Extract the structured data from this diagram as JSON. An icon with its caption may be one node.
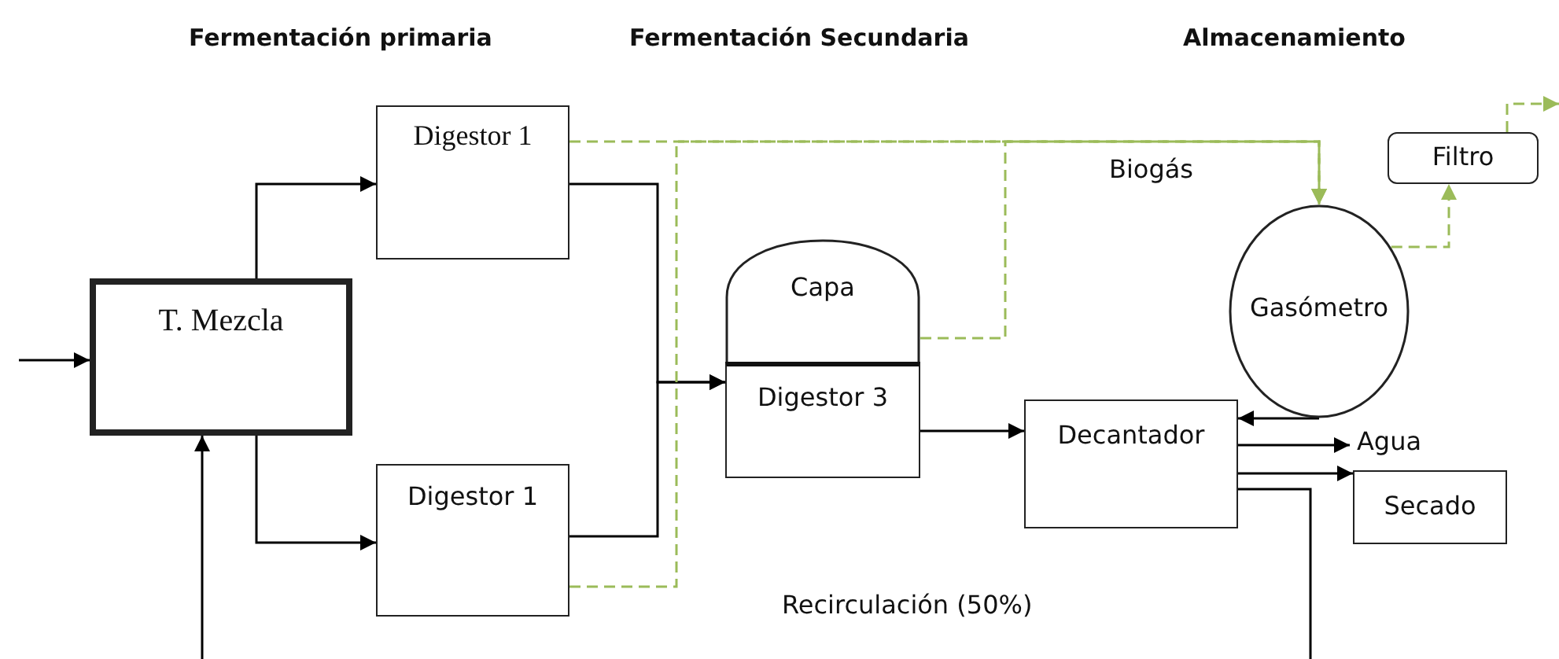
{
  "diagram": {
    "nodes": [
      {
        "text": [
          "T. Mezcla"
        ]
      },
      {
        "text": [
          "Digestor 1"
        ]
      },
      {
        "text": [
          "Digestor 1"
        ]
      },
      {
        "text": [
          "Capa"
        ]
      },
      {
        "text": [
          "Digestor 3"
        ]
      },
      {
        "text": [
          "Filtro"
        ]
      },
      {
        "text": [
          "Gasómetro"
        ]
      },
      {
        "text": [
          "Decantador"
        ]
      },
      {
        "text": [
          "Agua"
        ]
      },
      {
        "text": [
          "Secado"
        ]
      }
    ],
    "edges": [
      {
        "from": null,
        "to": 0,
        "arrow": "to"
      },
      {
        "from": 0,
        "to": 1,
        "arrow": "to"
      },
      {
        "from": 0,
        "to": 2,
        "arrow": "to"
      },
      {
        "from": 1,
        "to": 4,
        "arrow": "to"
      },
      {
        "from": 2,
        "to": 4,
        "arrow": "to"
      },
      {
        "from": 1,
        "to": 6,
        "arrow": "to",
        "style": "dashed",
        "color": "#9bbb59"
      },
      {
        "from": 2,
        "to": 6,
        "arrow": "to",
        "style": "dashed",
        "color": "#9bbb59"
      },
      {
        "from": 3,
        "to": 6,
        "arrow": "to",
        "style": "dashed",
        "color": "#9bbb59"
      },
      {
        "from": 6,
        "to": 5,
        "arrow": "to",
        "style": "dashed",
        "color": "#9bbb59"
      },
      {
        "from": 5,
        "to": null,
        "arrow": "to",
        "style": "dashed",
        "color": "#9bbb59"
      },
      {
        "from": 4,
        "to": 7,
        "arrow": "to"
      },
      {
        "from": 6,
        "to": 7,
        "arrow": "to"
      },
      {
        "from": 7,
        "to": 8,
        "arrow": "to"
      },
      {
        "from": 7,
        "to": 9,
        "arrow": "to"
      },
      {
        "from": 7,
        "to": null,
        "arrow": "none"
      },
      {
        "from": null,
        "to": 0,
        "arrow": "to"
      }
    ],
    "labels": [
      "Fermentación primaria",
      "Fermentación Secundaria",
      "Almacenamiento",
      "Biogás",
      "Recirculación (50%)"
    ]
  }
}
